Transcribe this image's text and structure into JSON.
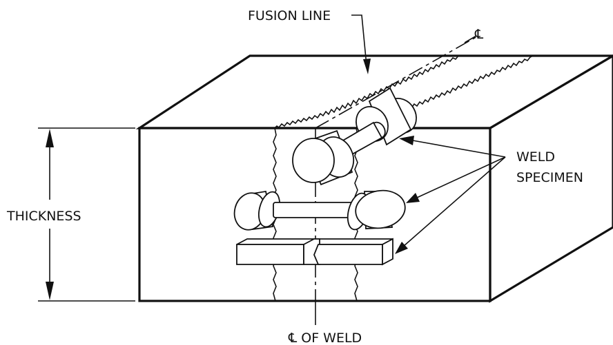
{
  "labels": {
    "fusion_line": "FUSION LINE",
    "centerline_top": "℄",
    "weld": "WELD",
    "specimen": "SPECIMEN",
    "thickness": "THICKNESS",
    "centerline_weld": "℄ OF WELD"
  },
  "colors": {
    "ink": "#111111",
    "background": "#ffffff"
  }
}
